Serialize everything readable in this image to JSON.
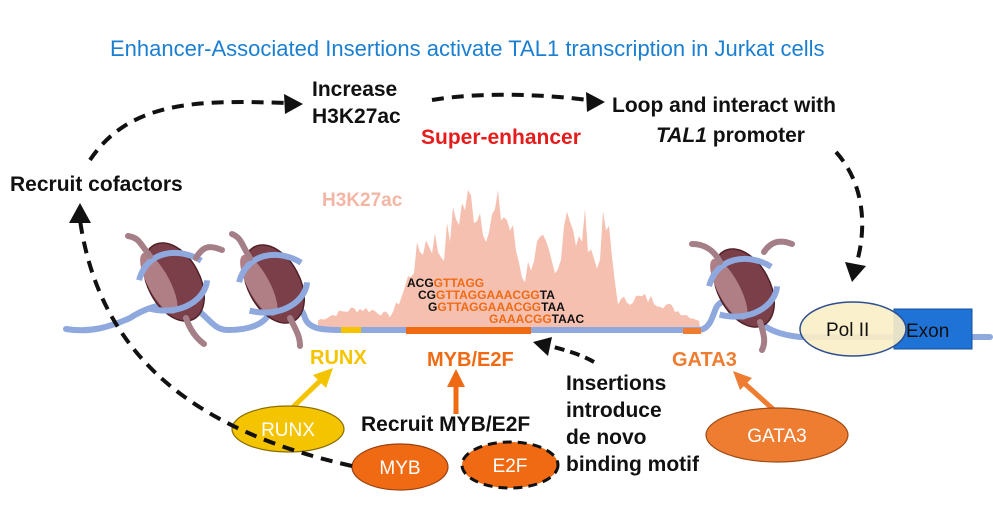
{
  "title": "Enhancer-Associated Insertions activate TAL1 transcription in Jurkat cells",
  "colors": {
    "title": "#1b7fd1",
    "dna": "#8fa9df",
    "peak": "#f6c0b0",
    "nucleosome": "#7a3f48",
    "runx": "#f5c400",
    "myb": "#ef6a12",
    "gata3": "#ee7d31",
    "super_enhancer": "#e51c1c",
    "exon": "#1f73d6",
    "polII": "#fbeec6"
  },
  "labels": {
    "increase_h3k27ac": [
      "Increase",
      "H3K27ac"
    ],
    "loop": [
      "Loop and interact with",
      "TAL1",
      " promoter"
    ],
    "recruit_cofactors": "Recruit cofactors",
    "super_enhancer": "Super-enhancer",
    "h3k27ac": "H3K27ac",
    "runx_site": "RUNX",
    "myb_e2f_site": "MYB/E2F",
    "gata3_site": "GATA3",
    "insertions": [
      "Insertions",
      "introduce",
      "de novo",
      "binding motif"
    ],
    "recruit_myb_e2f": "Recruit MYB/E2F"
  },
  "factors": {
    "runx": "RUNX",
    "gata3": "GATA3",
    "myb": "MYB",
    "e2f": "E2F",
    "pol2": "Pol II",
    "exon": "Exon"
  },
  "sequences": [
    [
      [
        "ACG",
        "#111111"
      ],
      [
        "GTTAGG",
        "#ef6a12"
      ]
    ],
    [
      [
        "CG",
        "#111111"
      ],
      [
        "GTTAGGAAACGG",
        "#ef6a12"
      ],
      [
        "TA",
        "#111111"
      ]
    ],
    [
      [
        "G",
        "#111111"
      ],
      [
        "GTTAGGAAACGG",
        "#ef6a12"
      ],
      [
        "TAA",
        "#111111"
      ]
    ],
    [
      [
        "GAAACGG",
        "#ef6a12"
      ],
      [
        "TAAC",
        "#111111"
      ]
    ]
  ]
}
